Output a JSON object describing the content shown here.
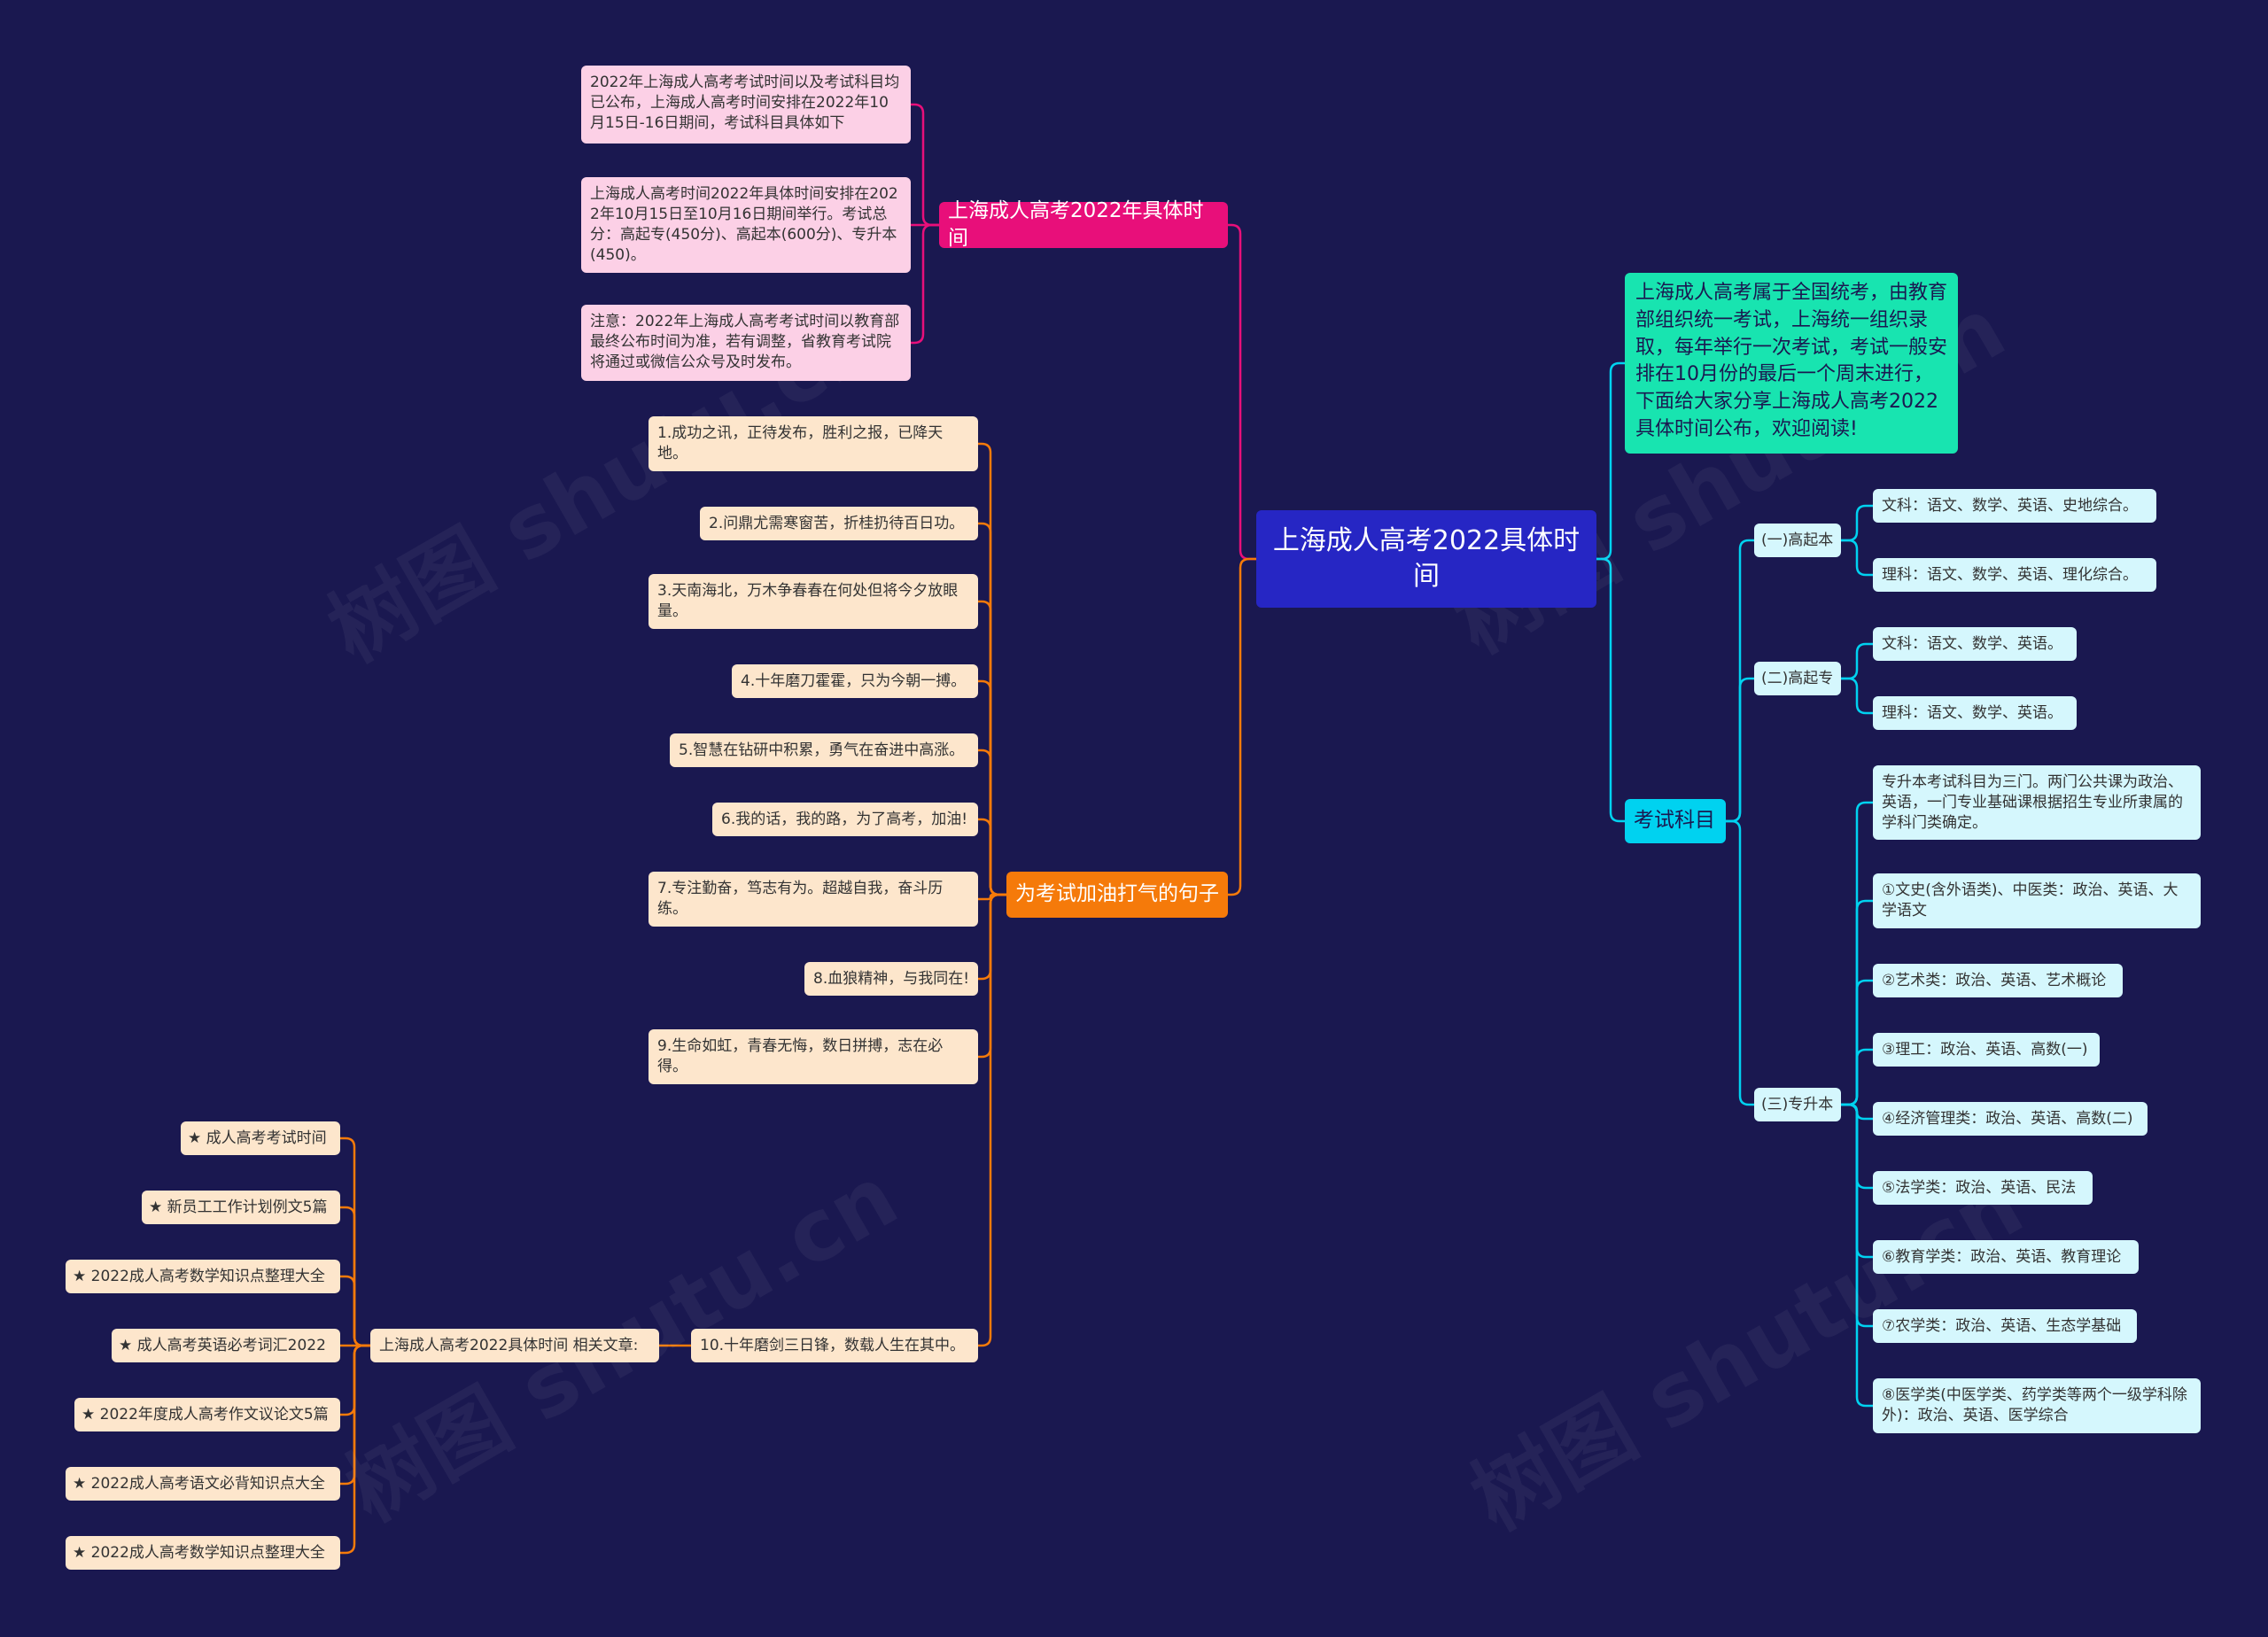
{
  "colors": {
    "background": "#1a1850",
    "root": "#2626c4",
    "branch_time": "#e80f7a",
    "branch_quotes": "#f57a0a",
    "branch_subjects": "#00d2f0",
    "intro": "#18e4b0"
  },
  "root": "上海成人高考2022具体时间",
  "intro": "上海成人高考属于全国统考，由教育部组织统一考试，上海统一组织录取，每年举行一次考试，考试一般安排在10月份的最后一个周末进行，下面给大家分享上海成人高考2022具体时间公布，欢迎阅读!",
  "branch_time": {
    "label": "上海成人高考2022年具体时间",
    "items": [
      "2022年上海成人高考考试时间以及考试科目均已公布，上海成人高考时间安排在2022年10月15日-16日期间，考试科目具体如下",
      "上海成人高考时间2022年具体时间安排在2022年10月15日至10月16日期间举行。考试总分：高起专(450分)、高起本(600分)、专升本(450)。",
      "注意：2022年上海成人高考考试时间以教育部最终公布时间为准，若有调整，省教育考试院将通过或微信公众号及时发布。"
    ]
  },
  "branch_quotes": {
    "label": "为考试加油打气的句子",
    "items": [
      "1.成功之讯，正待发布，胜利之报，已降天地。",
      "2.问鼎尤需寒窗苦，折桂扔待百日功。",
      "3.天南海北，万木争春春在何处但将今夕放眼量。",
      "4.十年磨刀霍霍，只为今朝一搏。",
      "5.智慧在钻研中积累，勇气在奋进中高涨。",
      "6.我的话，我的路，为了高考，加油!",
      "7.专注勤奋，笃志有为。超越自我，奋斗历练。",
      "8.血狼精神，与我同在!",
      "9.生命如虹，青春无悔，数日拼搏，志在必得。",
      "10.十年磨剑三日锋，数载人生在其中。"
    ],
    "related_label": "上海成人高考2022具体时间 相关文章:",
    "related": [
      "★ 成人高考考试时间",
      "★ 新员工工作计划例文5篇",
      "★ 2022成人高考数学知识点整理大全",
      "★ 成人高考英语必考词汇2022",
      "★ 2022年度成人高考作文议论文5篇",
      "★ 2022成人高考语文必背知识点大全",
      "★ 2022成人高考数学知识点整理大全"
    ]
  },
  "branch_subjects": {
    "label": "考试科目",
    "groups": [
      {
        "label": "(一)高起本",
        "items": [
          "文科：语文、数学、英语、史地综合。",
          "理科：语文、数学、英语、理化综合。"
        ]
      },
      {
        "label": "(二)高起专",
        "items": [
          "文科：语文、数学、英语。",
          "理科：语文、数学、英语。"
        ]
      },
      {
        "label": "(三)专升本",
        "items": [
          "专升本考试科目为三门。两门公共课为政治、英语，一门专业基础课根据招生专业所隶属的学科门类确定。",
          "①文史(含外语类)、中医类：政治、英语、大学语文",
          "②艺术类：政治、英语、艺术概论",
          "③理工：政治、英语、高数(一)",
          "④经济管理类：政治、英语、高数(二)",
          "⑤法学类：政治、英语、民法",
          "⑥教育学类：政治、英语、教育理论",
          "⑦农学类：政治、英语、生态学基础",
          "⑧医学类(中医学类、药学类等两个一级学科除外)：政治、英语、医学综合"
        ]
      }
    ]
  },
  "watermark": "树图 shutu.cn"
}
